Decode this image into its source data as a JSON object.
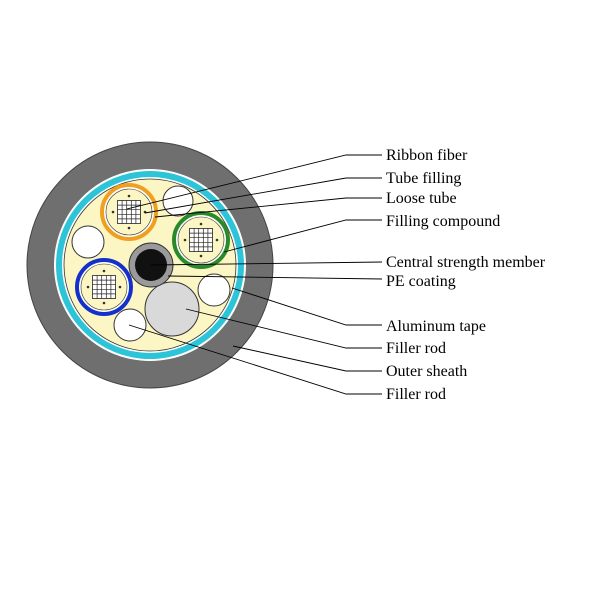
{
  "labels": {
    "ribbon_fiber": "Ribbon fiber",
    "tube_filling": "Tube filling",
    "loose_tube": "Loose tube",
    "filling_compound": "Filling compound",
    "central_strength_member": "Central strength member",
    "pe_coating": "PE coating",
    "aluminum_tape": "Aluminum tape",
    "filler_rod_1": "Filler rod",
    "outer_sheath": "Outer sheath",
    "filler_rod_2": "Filler rod"
  },
  "colors": {
    "outer_sheath": "#6f6f6f",
    "aluminum_tape": "#2ec4d8",
    "filling_compound": "#fbf6c4",
    "tube_orange": "#f0a020",
    "tube_green": "#2a8a2a",
    "tube_blue": "#1530c8",
    "central_member": "#111111",
    "pe_coating": "#9a9a9a",
    "filler_white": "#ffffff",
    "filler_gray": "#d9d9d9",
    "leader": "#000000"
  }
}
